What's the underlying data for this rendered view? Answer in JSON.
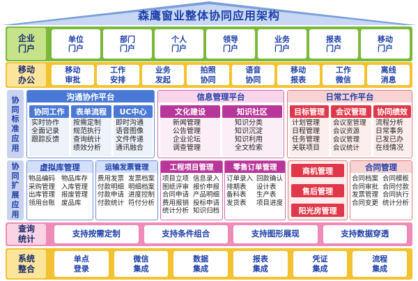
{
  "title": "森鹰窗业整体协同应用架构",
  "portal": {
    "label": "企业\n门户",
    "items": [
      "单位\n门户",
      "部门\n门户",
      "个人\n门户",
      "领导\n门户",
      "业务\n门户",
      "报表\n门户",
      "移动\n门户"
    ]
  },
  "mobile": {
    "label": "移动\n办公",
    "items": [
      "移动\n审批",
      "工作\n安排",
      "业务\n发起",
      "拍照\n协同",
      "语音\n协同",
      "移动\n报表",
      "工作\n微信",
      "离线\n消息"
    ]
  },
  "std_label": "协\n同\n标\n准\n应\n用",
  "ext_label": "协\n同\n扩\n展\n应\n用",
  "comm": {
    "title": "沟通协作平台",
    "subs": [
      {
        "title": "协同工作",
        "body": "实时协作\n全面记录\n跟踪反馈"
      },
      {
        "title": "表单流程",
        "body": "按需定制\n规范执行\n查询统计\n绩效分析"
      },
      {
        "title": "UC中心",
        "body": "即时沟通\n语音图像\n文件传递\n通讯融合"
      }
    ]
  },
  "info": {
    "title": "信息管理平台",
    "subs": [
      {
        "title": "文化建设",
        "body": "新闻管理\n公告管理\n企业论坛\n调查管理"
      },
      {
        "title": "知识社区",
        "body": "知识分类\n知识沉淀\n知识利用\n全文检索"
      }
    ]
  },
  "daily": {
    "title": "日常工作平台",
    "subs": [
      {
        "title": "目标管理",
        "body": "计划管理\n日程管理\n任务管理\n关联项目"
      },
      {
        "title": "会议管理",
        "body": "会议室管理\n会议资源\n会议管理\n会议统计"
      },
      {
        "title": "协同绩效",
        "body": "流程分析\n日常事务\n已发已办\n在线情况"
      }
    ]
  },
  "ext": {
    "virtual": {
      "title": "虚拟库管理",
      "col1": "物品编码\n采购管理\n出库管理\n领用台账",
      "col2": "物品库存\n入库管理\n报废管理\n废品库"
    },
    "ship": {
      "title": "运输发票管理",
      "col1": "费用发票\n付款明细\n付款申请\n付款统计",
      "col2": "发票档案\n明细档案\n进度控制\n符付分析"
    },
    "proj": {
      "title": "工程项目管理",
      "col1": "项目立项\n图纸评审\n合同申请\n费用报销\n统计分析",
      "col2": "信息录入\n报价申报\n产品明细\n投标申请\n知识归档"
    },
    "order": {
      "title": "零售订单管理",
      "col1": "订单录入\n排期表\n备料表\n发货表",
      "col2": "回款确认\n设计表\n生产表\n项目进度"
    },
    "biz": {
      "items": [
        "商机管理",
        "售后管理",
        "阳光房管理"
      ]
    },
    "contract": {
      "title": "合同管理",
      "col1": "合同档案\n合同审批\n发票管理\n合同变更",
      "col2": "合同模板\n合同付款\n合同执行\n统计分析"
    }
  },
  "query": {
    "label": "查询\n统计",
    "items": [
      "支持按需定制",
      "支持条件组合",
      "支持图形展现",
      "支持数据穿透"
    ]
  },
  "sys": {
    "label": "系统\n整合",
    "items": [
      "单点\n登录",
      "微信\n集成",
      "数据\n集成",
      "报表\n集成",
      "凭证\n集成",
      "流程\n集成"
    ]
  },
  "colors": {
    "title_blue": "#1d3fa8",
    "portal_green": "#7ab83a",
    "mobile_yellow": "#f2c230",
    "query_pink": "#ef8bb8",
    "comm_blue": "#4a78d6",
    "info_magenta": "#b8369a",
    "daily_red": "#e0384a",
    "roof_blue": "#7b9ed9"
  }
}
